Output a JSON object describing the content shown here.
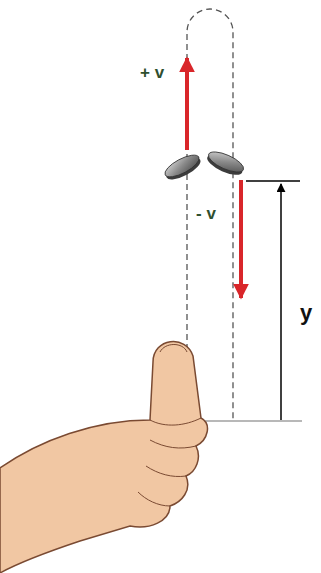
{
  "diagram": {
    "labels": [
      "+ v",
      "- v",
      "y"
    ]
  }
}
